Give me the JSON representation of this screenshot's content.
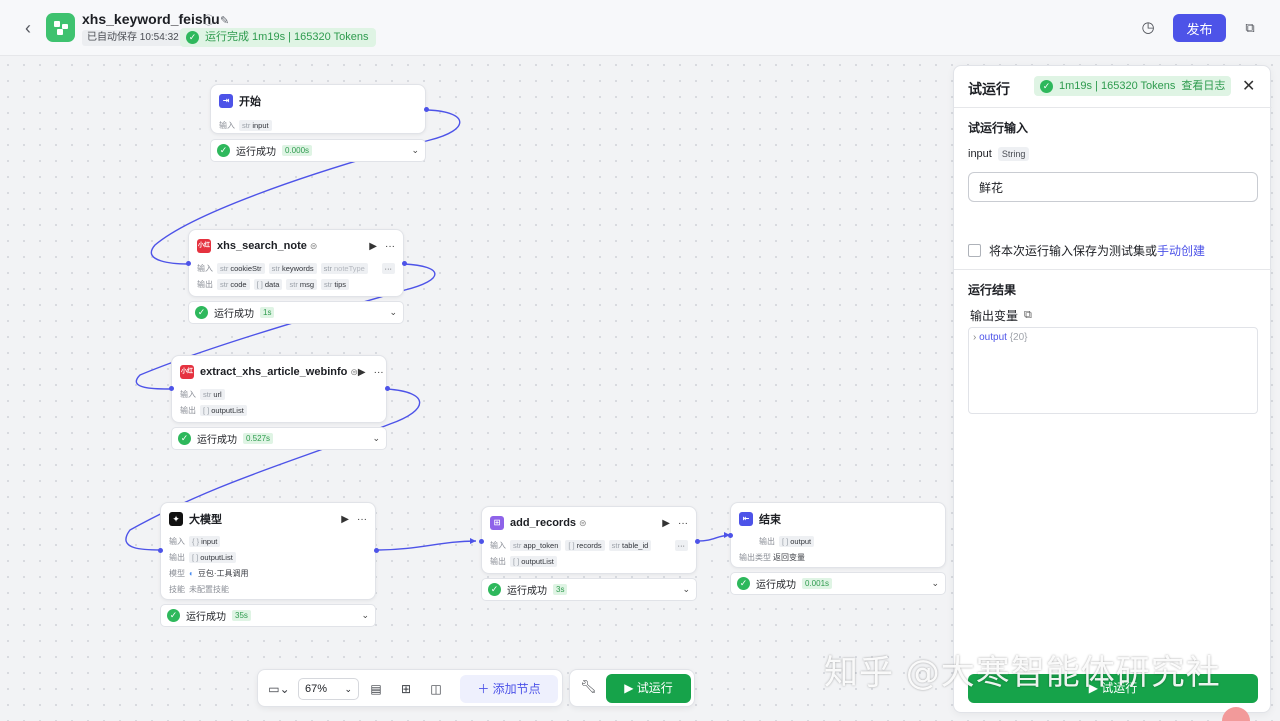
{
  "header": {
    "title": "xhs_keyword_feishu",
    "autosave": "已自动保存 10:54:32",
    "run_status": "运行完成 1m19s | 165320 Tokens",
    "publish_label": "发布"
  },
  "nodes": {
    "start": {
      "title": "开始",
      "rows": [
        {
          "label": "输入",
          "tags": [
            {
              "type": "str",
              "name": "input"
            }
          ]
        }
      ],
      "result": {
        "label": "运行成功",
        "time": "0.000s"
      }
    },
    "search": {
      "title": "xhs_search_note",
      "rows": [
        {
          "label": "输入",
          "tags": [
            {
              "type": "str",
              "name": "cookieStr"
            },
            {
              "type": "str",
              "name": "keywords"
            },
            {
              "type": "str",
              "name": "noteType"
            }
          ]
        },
        {
          "label": "输出",
          "tags": [
            {
              "type": "str",
              "name": "code"
            },
            {
              "type": "[ ]",
              "name": "data"
            },
            {
              "type": "str",
              "name": "msg"
            },
            {
              "type": "str",
              "name": "tips"
            }
          ]
        }
      ],
      "result": {
        "label": "运行成功",
        "time": "1s"
      }
    },
    "extract": {
      "title": "extract_xhs_article_webinfo",
      "rows": [
        {
          "label": "输入",
          "tags": [
            {
              "type": "str",
              "name": "url"
            }
          ]
        },
        {
          "label": "输出",
          "tags": [
            {
              "type": "[ ]",
              "name": "outputList"
            }
          ]
        }
      ],
      "result": {
        "label": "运行成功",
        "time": "0.527s"
      }
    },
    "llm": {
      "title": "大模型",
      "input_label": "输入",
      "input_tag": "input",
      "input_type": "{ }",
      "output_label": "输出",
      "output_tag": "outputList",
      "output_type": "[ ]",
      "model_label": "模型",
      "model_value": "豆包·工具调用",
      "skill_label": "技能",
      "skill_value": "未配置技能",
      "result": {
        "label": "运行成功",
        "time": "35s"
      }
    },
    "records": {
      "title": "add_records",
      "rows": [
        {
          "label": "输入",
          "tags": [
            {
              "type": "str",
              "name": "app_token"
            },
            {
              "type": "[ ]",
              "name": "records"
            },
            {
              "type": "str",
              "name": "table_id"
            }
          ]
        },
        {
          "label": "输出",
          "tags": [
            {
              "type": "[ ]",
              "name": "outputList"
            }
          ]
        }
      ],
      "result": {
        "label": "运行成功",
        "time": "3s"
      }
    },
    "end": {
      "title": "结束",
      "output_label": "输出",
      "output_tag": "output",
      "output_type": "[ ]",
      "output_type_label": "输出类型",
      "output_type_value": "返回变量",
      "result": {
        "label": "运行成功",
        "time": "0.001s"
      }
    }
  },
  "toolbar": {
    "zoom": "67%",
    "add_node": "添加节点",
    "trial_run": "试运行"
  },
  "panel": {
    "title": "试运行",
    "status": "1m19s | 165320 Tokens",
    "view_log": "查看日志",
    "input_section": "试运行输入",
    "field_name": "input",
    "field_type": "String",
    "field_value": "鲜花",
    "save_text": "将本次运行输入保存为测试集或",
    "save_link": "手动创建",
    "result_section": "运行结果",
    "output_var": "输出变量",
    "output_key": "output",
    "output_count": "{20}",
    "run_button": "试运行"
  },
  "watermark": "知乎 @大寒智能体研究社",
  "colors": {
    "accent": "#4d53e8",
    "success": "#16a34a",
    "success_bg": "#dff4e4"
  }
}
